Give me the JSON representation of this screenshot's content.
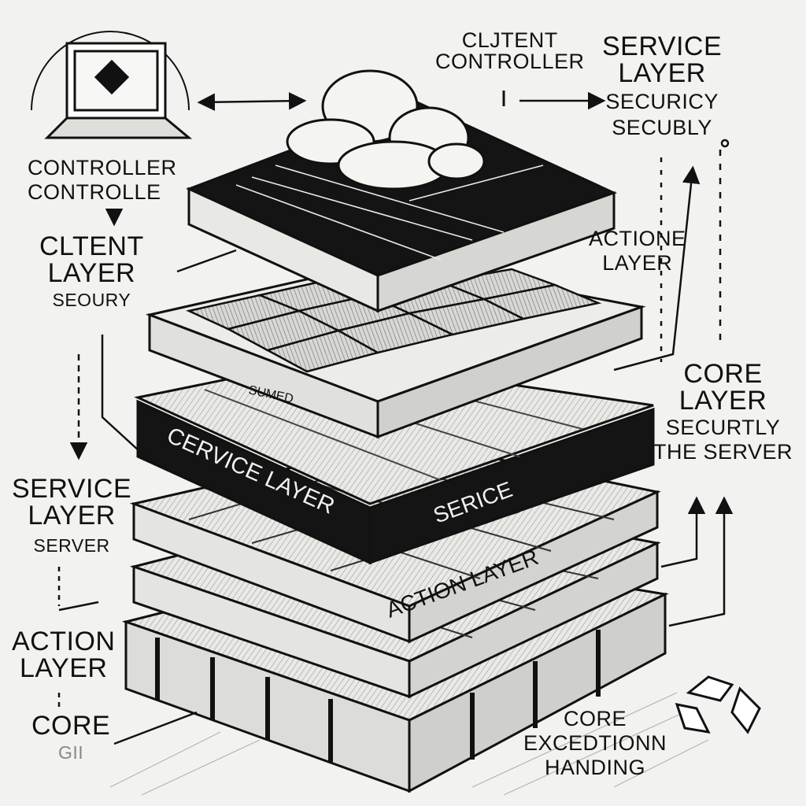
{
  "labels": {
    "client_controller": {
      "line1": "CLJTENT",
      "line2": "CONTROLLER"
    },
    "service_layer_top": {
      "line1": "SERVICE",
      "line2": "LAYER",
      "line3": "SECURICY",
      "line4": "SECUBLY"
    },
    "controller_left": {
      "line1": "CONTROLLER",
      "line2": "CONTROLLE"
    },
    "client_layer": {
      "line1": "CLTENT",
      "line2": "LAYER",
      "line3": "SEOURY"
    },
    "action_layer_right": {
      "line1": "ACTIONE",
      "line2": "LAYER"
    },
    "core_layer_right": {
      "line1": "CORE",
      "line2": "LAYER",
      "line3": "SECURTLY",
      "line4": "THE SERVER"
    },
    "service_layer_left": {
      "line1": "SERVICE",
      "line2": "LAYER",
      "line3": "SERVER"
    },
    "action_layer_left": {
      "line1": "ACTION",
      "line2": "LAYER"
    },
    "core_left": {
      "line1": "CORE",
      "line2": "GII"
    },
    "core_exception": {
      "line1": "CORE",
      "line2": "EXCEDTIONN",
      "line3": "HANDING"
    },
    "slab_small": "SUMED",
    "slab_band_main": "CERVICE LAYER",
    "slab_band_right": "SERICE",
    "slab_action": "ACTION LAYER"
  },
  "icons": [
    "laptop-icon",
    "cloud-icon",
    "recycle-icon"
  ],
  "colors": {
    "ink": "#111111",
    "paper": "#f2f2f0",
    "slab_dark": "#141414",
    "slab_light": "#e6e6e3"
  }
}
